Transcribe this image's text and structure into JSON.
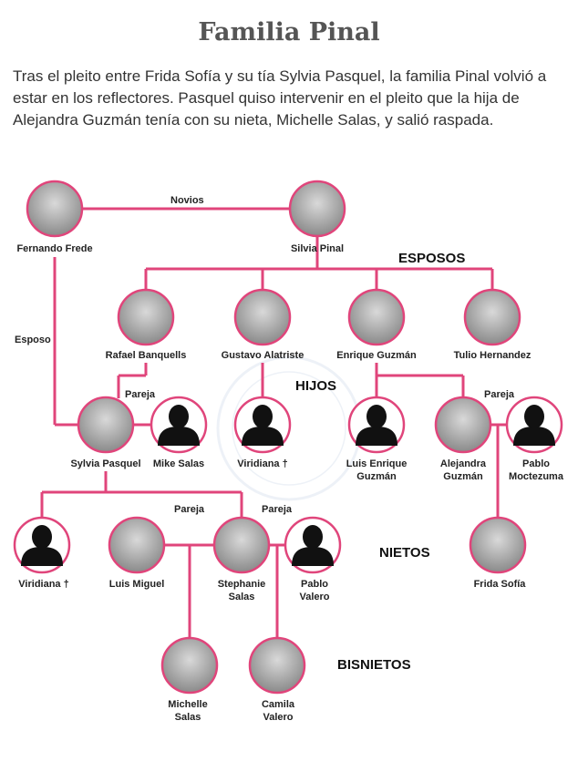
{
  "title": "Familia Pinal",
  "intro": "Tras el pleito entre Frida Sofía y su tía Sylvia Pasquel, la familia Pinal volvió a estar en los reflectores. Pasquel quiso intervenir en el pleito que la hija de Alejandra Guzmán tenía con su nieta, Michelle Salas, y salió raspada.",
  "colors": {
    "line": "#e0457b",
    "silhouette": "#111111"
  },
  "generations": {
    "spouses": "ESPOSOS",
    "children": "HIJOS",
    "grandchildren": "NIETOS",
    "great_grandchildren": "BISNIETOS"
  },
  "relations": {
    "novios": "Novios",
    "esposo": "Esposo",
    "pareja": "Pareja"
  },
  "people": {
    "fernando_frede": {
      "line1": "Fernando Frede"
    },
    "silvia_pinal": {
      "line1": "Silvia Pinal"
    },
    "rafael_banquells": {
      "line1": "Rafael Banquells"
    },
    "gustavo_alatriste": {
      "line1": "Gustavo Alatriste"
    },
    "enrique_guzman": {
      "line1": "Enrique Guzmán"
    },
    "tulio_hernandez": {
      "line1": "Tulio Hernandez"
    },
    "sylvia_pasquel": {
      "line1": "Sylvia Pasquel"
    },
    "mike_salas": {
      "line1": "Mike Salas"
    },
    "viridiana_1": {
      "line1": "Viridiana †"
    },
    "luis_enrique_guzman": {
      "line1": "Luis Enrique",
      "line2": "Guzmán"
    },
    "alejandra_guzman": {
      "line1": "Alejandra",
      "line2": "Guzmán"
    },
    "pablo_moctezuma": {
      "line1": "Pablo",
      "line2": "Moctezuma"
    },
    "viridiana_2": {
      "line1": "Viridiana †"
    },
    "luis_miguel": {
      "line1": "Luis Miguel"
    },
    "stephanie_salas": {
      "line1": "Stephanie",
      "line2": "Salas"
    },
    "pablo_valero": {
      "line1": "Pablo",
      "line2": "Valero"
    },
    "frida_sofia": {
      "line1": "Frida Sofía"
    },
    "michelle_salas": {
      "line1": "Michelle",
      "line2": "Salas"
    },
    "camila_valero": {
      "line1": "Camila",
      "line2": "Valero"
    }
  }
}
